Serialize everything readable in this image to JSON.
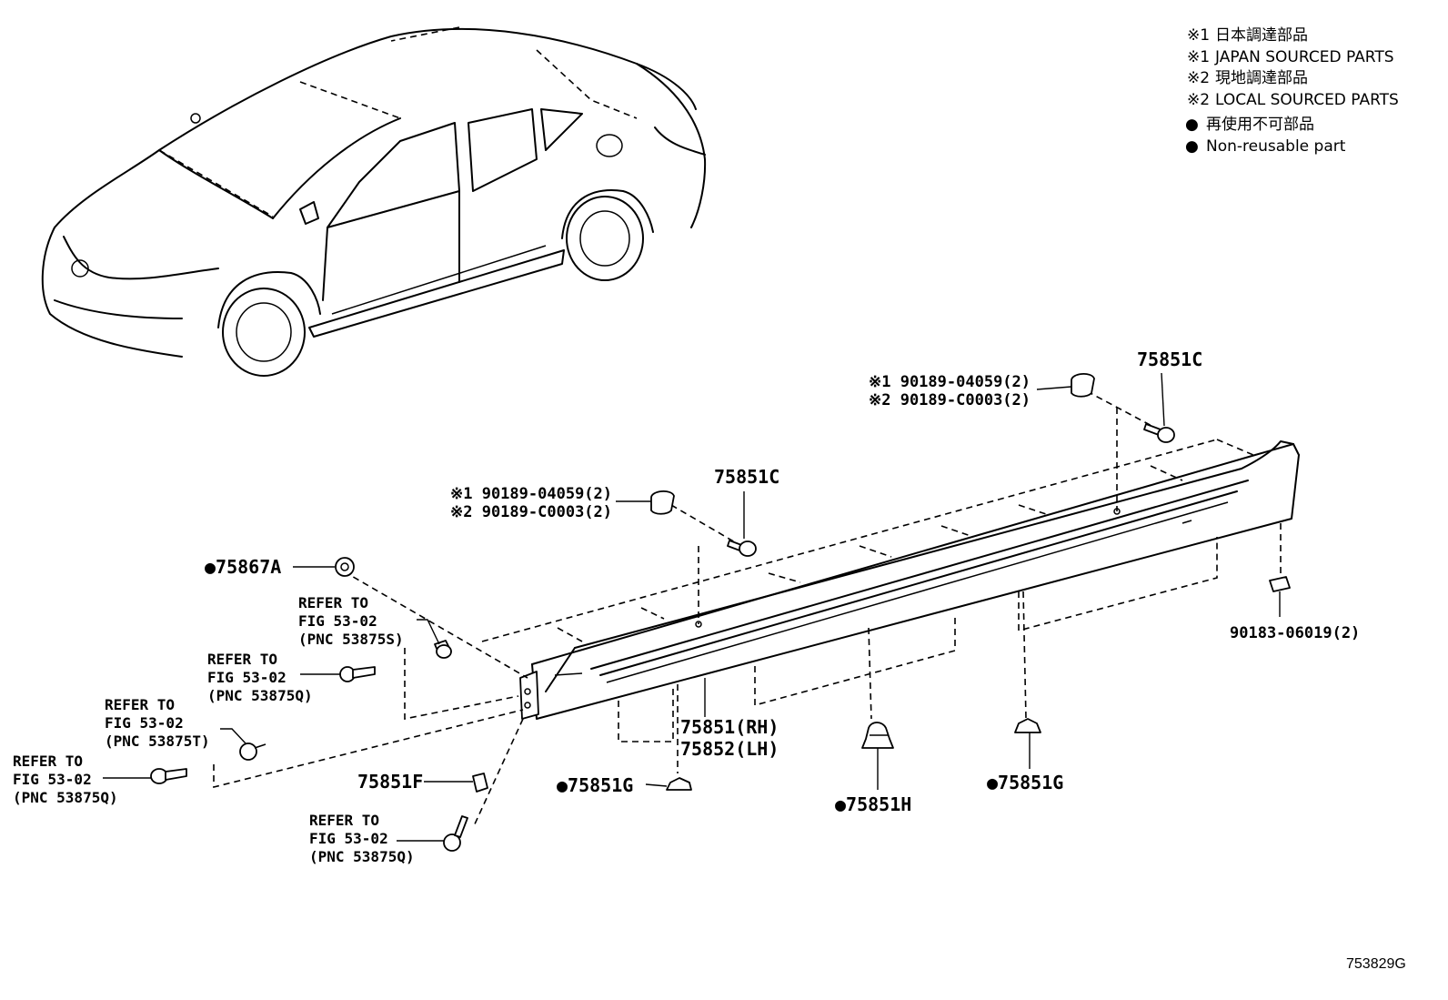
{
  "legend": [
    {
      "mark": "※1",
      "text": "日本調達部品"
    },
    {
      "mark": "※1",
      "text": "JAPAN SOURCED PARTS"
    },
    {
      "mark": "※2",
      "text": "現地調達部品"
    },
    {
      "mark": "※2",
      "text": "LOCAL SOURCED PARTS"
    },
    {
      "mark": "●",
      "text": "再使用不可部品"
    },
    {
      "mark": "●",
      "text": "Non-reusable part"
    }
  ],
  "callouts": {
    "c_75851c_right": "75851C",
    "c_75851c_mid": "75851C",
    "clip_right_1": "※1  90189-04059(2)",
    "clip_right_2": "※2  90189-C0003(2)",
    "clip_mid_1": "※1  90189-04059(2)",
    "clip_mid_2": "※2  90189-C0003(2)",
    "c_75867a": "●75867A",
    "c_90183": "90183-06019(2)",
    "c_75851_rh": "75851(RH)",
    "c_75852_lh": "75852(LH)",
    "c_75851f": "75851F",
    "c_75851g_left": "●75851G",
    "c_75851h": "●75851H",
    "c_75851g_right": "●75851G"
  },
  "refs": [
    {
      "line1": "REFER TO",
      "line2": "FIG 53-02",
      "line3": "(PNC 53875S)"
    },
    {
      "line1": "REFER TO",
      "line2": "FIG 53-02",
      "line3": "(PNC 53875Q)"
    },
    {
      "line1": "REFER TO",
      "line2": "FIG 53-02",
      "line3": "(PNC 53875T)"
    },
    {
      "line1": "REFER TO",
      "line2": "FIG 53-02",
      "line3": "(PNC 53875Q)"
    },
    {
      "line1": "REFER TO",
      "line2": "FIG 53-02",
      "line3": "(PNC 53875Q)"
    }
  ],
  "figure_code": "753829G"
}
